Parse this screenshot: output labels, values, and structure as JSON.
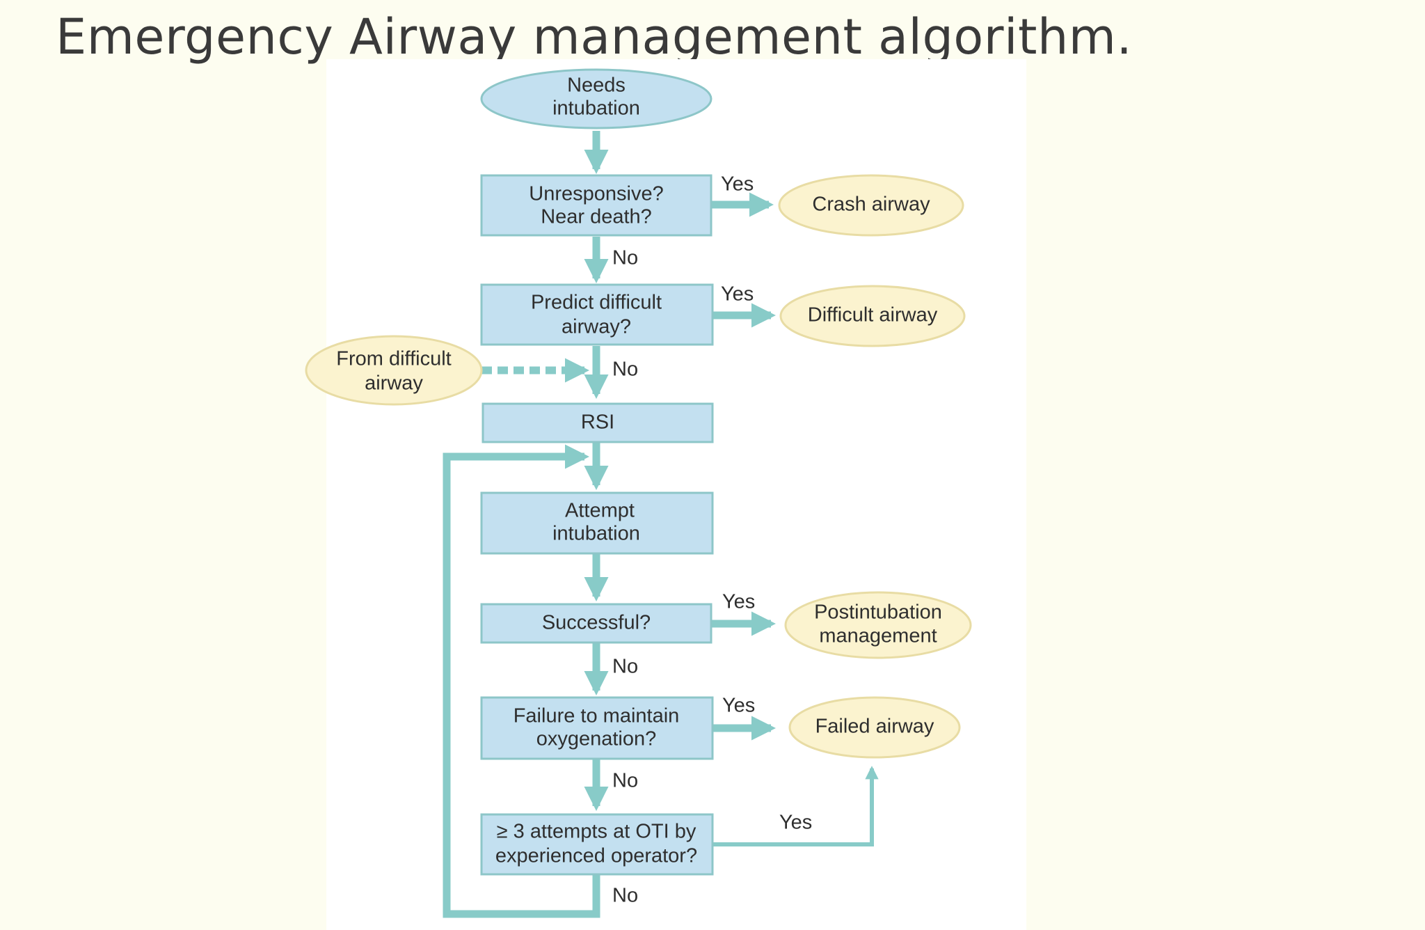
{
  "title": "Emergency Airway management algorithm.",
  "nodes": {
    "start": {
      "line1": "Needs",
      "line2": "intubation"
    },
    "unresponsive": {
      "line1": "Unresponsive?",
      "line2": "Near death?"
    },
    "predict": {
      "line1": "Predict difficult",
      "line2": "airway?"
    },
    "rsi": {
      "line1": "RSI"
    },
    "attempt": {
      "line1": "Attempt",
      "line2": "intubation"
    },
    "successful": {
      "line1": "Successful?"
    },
    "failure": {
      "line1": "Failure to maintain",
      "line2": "oxygenation?"
    },
    "attempts": {
      "line1": "≥ 3 attempts at OTI by",
      "line2": "experienced operator?"
    },
    "crash": {
      "line1": "Crash airway"
    },
    "difficult": {
      "line1": "Difficult airway"
    },
    "from_difficult": {
      "line1": "From difficult",
      "line2": "airway"
    },
    "postintubation": {
      "line1": "Postintubation",
      "line2": "management"
    },
    "failed": {
      "line1": "Failed airway"
    }
  },
  "labels": {
    "yes": "Yes",
    "no": "No"
  },
  "colors": {
    "box_fill": "#c3e0f0",
    "oval_yellow": "#fbf3cf",
    "arrow": "#88cbc8"
  }
}
